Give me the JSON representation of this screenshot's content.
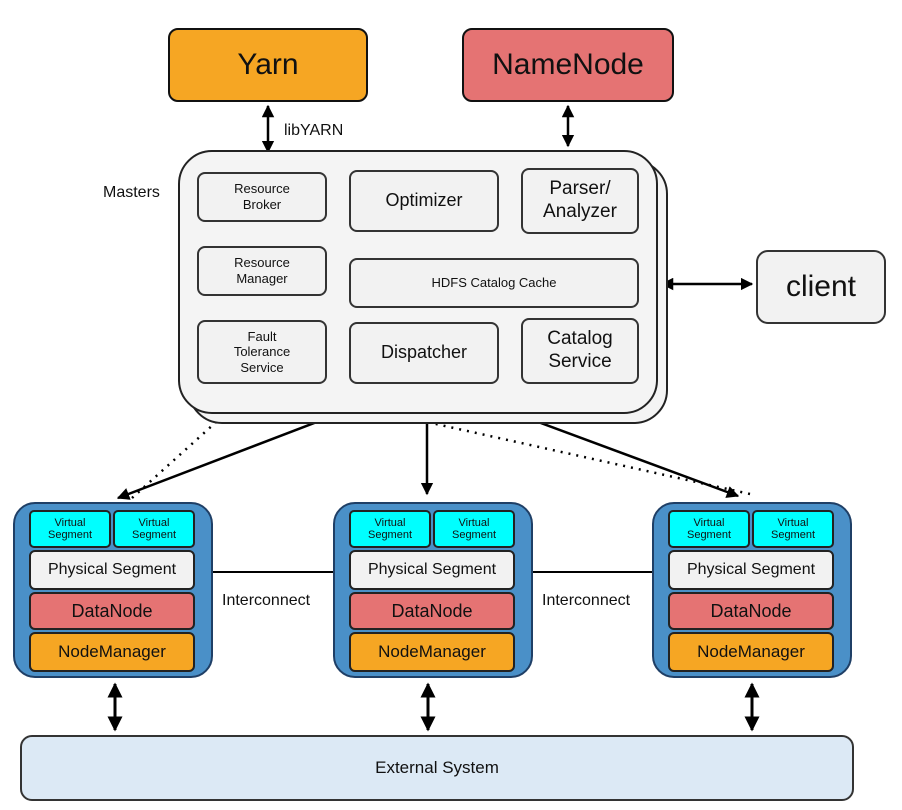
{
  "yarn": "Yarn",
  "namenode": "NameNode",
  "libyarn": "libYARN",
  "masters": {
    "label": "Masters",
    "resource_broker": [
      "Resource",
      "Broker"
    ],
    "optimizer": "Optimizer",
    "parser": [
      "Parser/",
      "Analyzer"
    ],
    "resource_manager": [
      "Resource",
      "Manager"
    ],
    "hdfs_catalog_cache": "HDFS Catalog Cache",
    "fault_tolerance": [
      "Fault",
      "Tolerance",
      "Service"
    ],
    "dispatcher": "Dispatcher",
    "catalog_service": [
      "Catalog",
      "Service"
    ]
  },
  "client": "client",
  "segments": [
    {
      "virtual": [
        [
          "Virtual",
          "Segment"
        ],
        [
          "Virtual",
          "Segment"
        ]
      ],
      "physical": "Physical Segment",
      "datanode": "DataNode",
      "nodemanager": "NodeManager"
    },
    {
      "virtual": [
        [
          "Virtual",
          "Segment"
        ],
        [
          "Virtual",
          "Segment"
        ]
      ],
      "physical": "Physical Segment",
      "datanode": "DataNode",
      "nodemanager": "NodeManager"
    },
    {
      "virtual": [
        [
          "Virtual",
          "Segment"
        ],
        [
          "Virtual",
          "Segment"
        ]
      ],
      "physical": "Physical Segment",
      "datanode": "DataNode",
      "nodemanager": "NodeManager"
    }
  ],
  "interconnect": [
    "Interconnect",
    "Interconnect"
  ],
  "external_system": "External System"
}
